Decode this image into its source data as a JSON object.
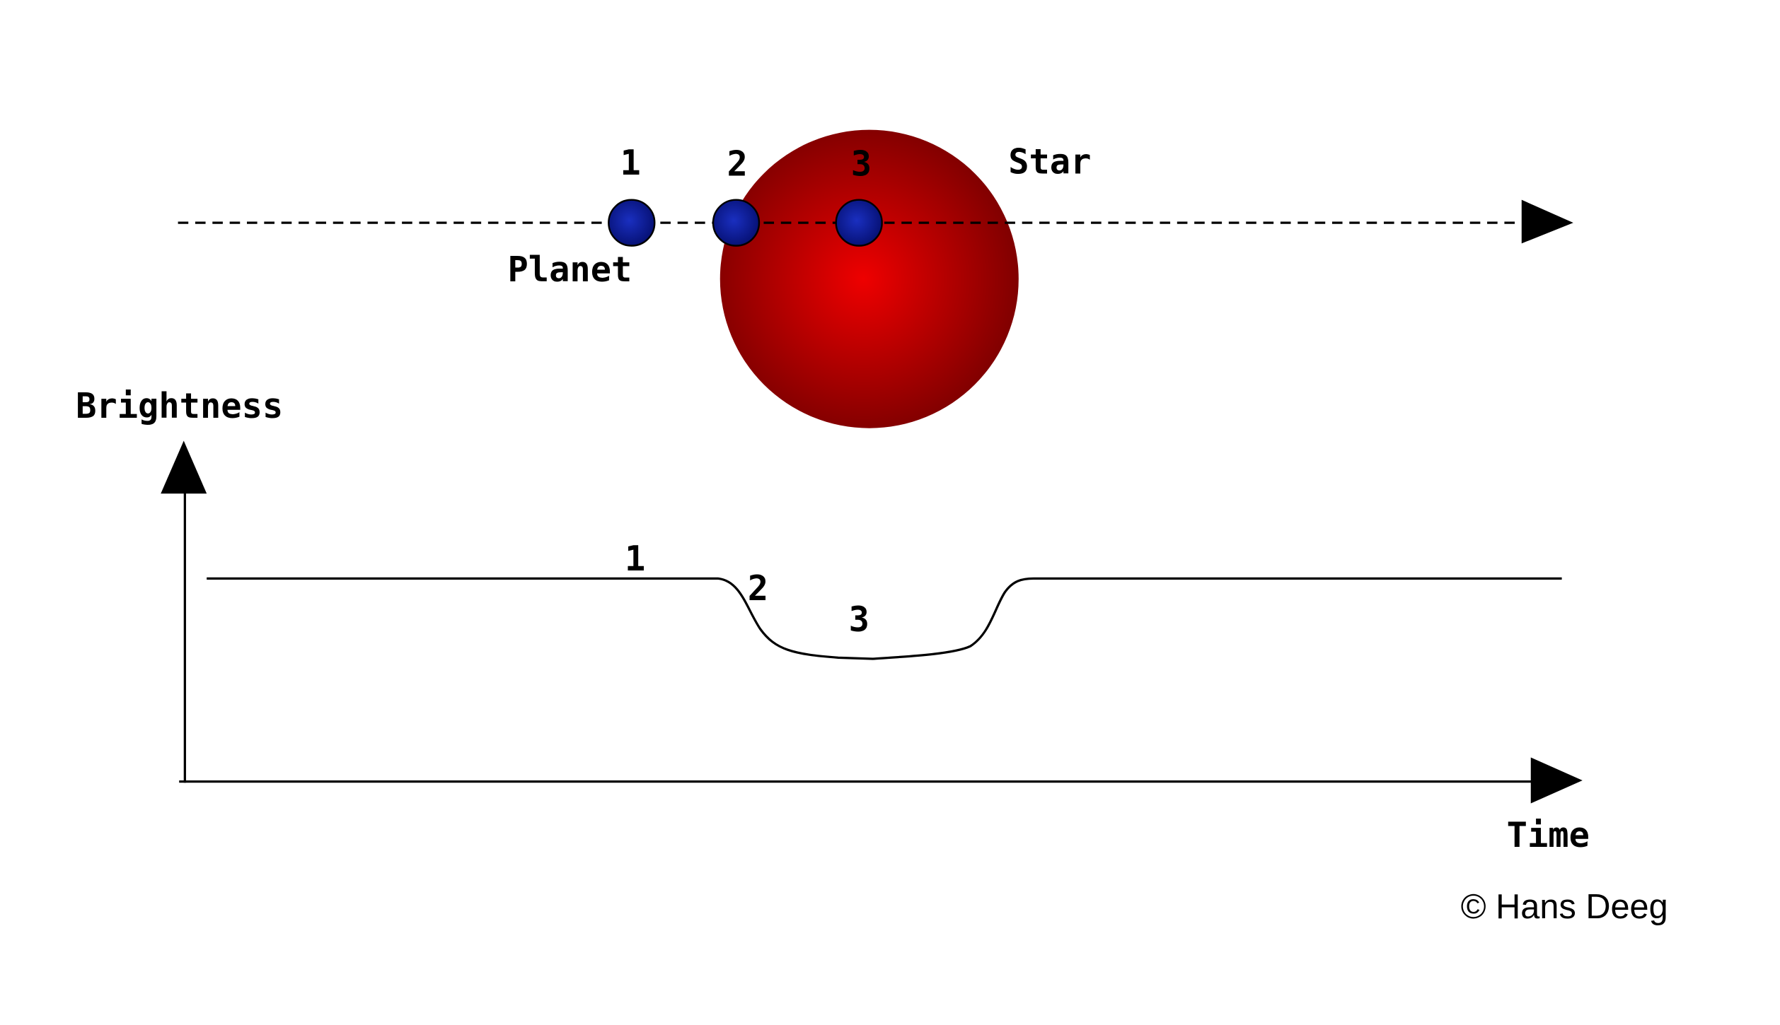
{
  "title": "Planetary transit light curve",
  "orbit": {
    "position_labels": [
      "1",
      "2",
      "3"
    ],
    "star_label": "Star",
    "planet_label": "Planet"
  },
  "light_curve": {
    "y_axis_label": "Brightness",
    "x_axis_label": "Time",
    "position_labels": [
      "1",
      "2",
      "3"
    ]
  },
  "colors": {
    "star_center": "#ee0000",
    "star_edge": "#8a0000",
    "planet": "#0a1a9a",
    "line": "#000000"
  },
  "credit": "© Hans Deeg"
}
